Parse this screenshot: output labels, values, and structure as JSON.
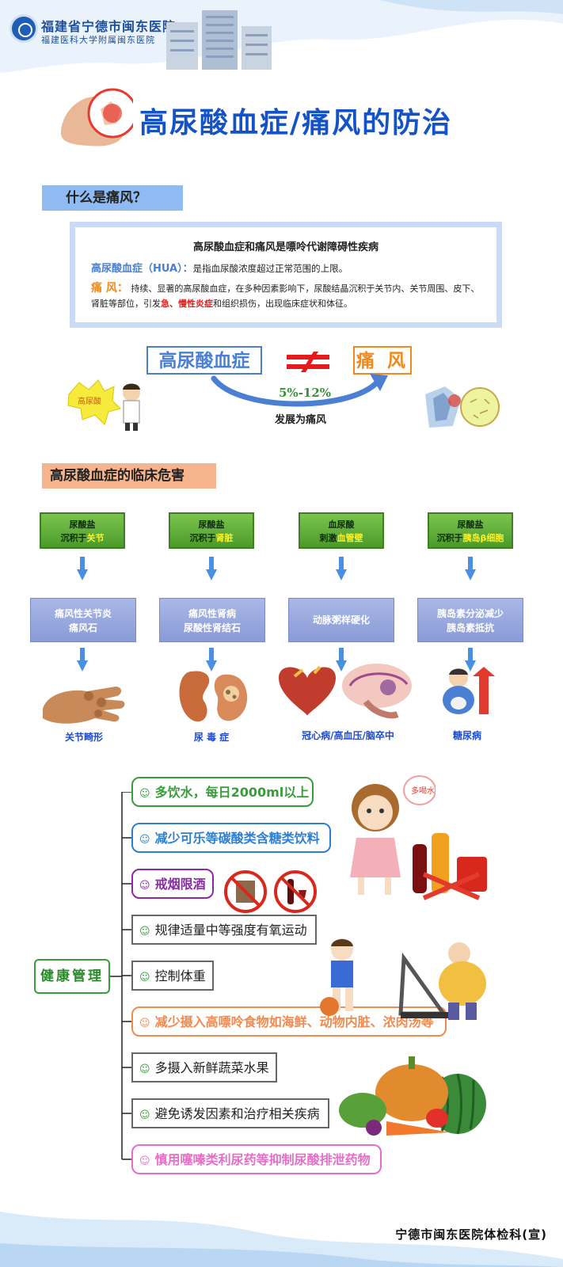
{
  "header": {
    "hospital_name": "福建省宁德市闽东医院",
    "hospital_sub": "福建医科大学附属闽东医院"
  },
  "title": "高尿酸血症/痛风的防治",
  "section1": {
    "tag": "什么是痛风？",
    "heading": "高尿酸血症和痛风是嘌呤代谢障碍性疾病",
    "hua_term": "高尿酸血症（HUA）：",
    "hua_desc": "是指血尿酸浓度超过正常范围的上限。",
    "gout_term": "痛 风：",
    "gout_desc_1": "持续、显著的高尿酸血症，在多种因素影响下，尿酸结晶沉积于关节内、关节周围、皮下、肾脏等部位，引发",
    "gout_red_1": "急、慢性炎症",
    "gout_desc_2": "和组织损伤，出现临床症状和体征。",
    "compare_left": "高尿酸血症",
    "compare_right": "痛 风",
    "percent": "5%-12%",
    "evolve": "发展为痛风",
    "bubble": "高尿酸"
  },
  "section2": {
    "tag": "高尿酸血症的临床危害",
    "columns": [
      {
        "top_a": "尿酸盐",
        "top_b": "沉积于",
        "top_c": "关节",
        "mid_a": "痛风性关节炎",
        "mid_b": "痛风石",
        "disease": "关节畸形"
      },
      {
        "top_a": "尿酸盐",
        "top_b": "沉积于",
        "top_c": "肾脏",
        "mid_a": "痛风性肾病",
        "mid_b": "尿酸性肾结石",
        "disease": "尿 毒 症"
      },
      {
        "top_a": "血尿酸",
        "top_b": "刺激",
        "top_c": "血管壁",
        "mid_a": "动脉粥样硬化",
        "mid_b": "",
        "disease": "冠心病/高血压/脑卒中"
      },
      {
        "top_a": "尿酸盐",
        "top_b": "沉积于",
        "top_c": "胰岛β细胞",
        "mid_a": "胰岛素分泌减少",
        "mid_b": "胰岛素抵抗",
        "disease": "糖尿病"
      }
    ]
  },
  "section3": {
    "label": "健康管理",
    "speech": "多喝水！",
    "items": [
      {
        "text": "多饮水，每日2000ml以上",
        "color": "#3a9c3a"
      },
      {
        "text": "减少可乐等碳酸类含糖类饮料",
        "color": "#2f7fd1"
      },
      {
        "text": "戒烟限酒",
        "color": "#8a2aa6"
      },
      {
        "text": "规律适量中等强度有氧运动",
        "color": "#555555"
      },
      {
        "text": "控制体重",
        "color": "#555555"
      },
      {
        "text": "减少摄入高嘌呤食物如海鲜、动物内脏、浓肉汤等",
        "color": "#f08a50"
      },
      {
        "text": "多摄入新鲜蔬菜水果",
        "color": "#555555"
      },
      {
        "text": "避免诱发因素和治疗相关疾病",
        "color": "#555555"
      },
      {
        "text": "慎用噻嗪类利尿药等抑制尿酸排泄药物",
        "color": "#e56fc7"
      }
    ]
  },
  "footer": "宁德市闽东医院体检科(宣)"
}
